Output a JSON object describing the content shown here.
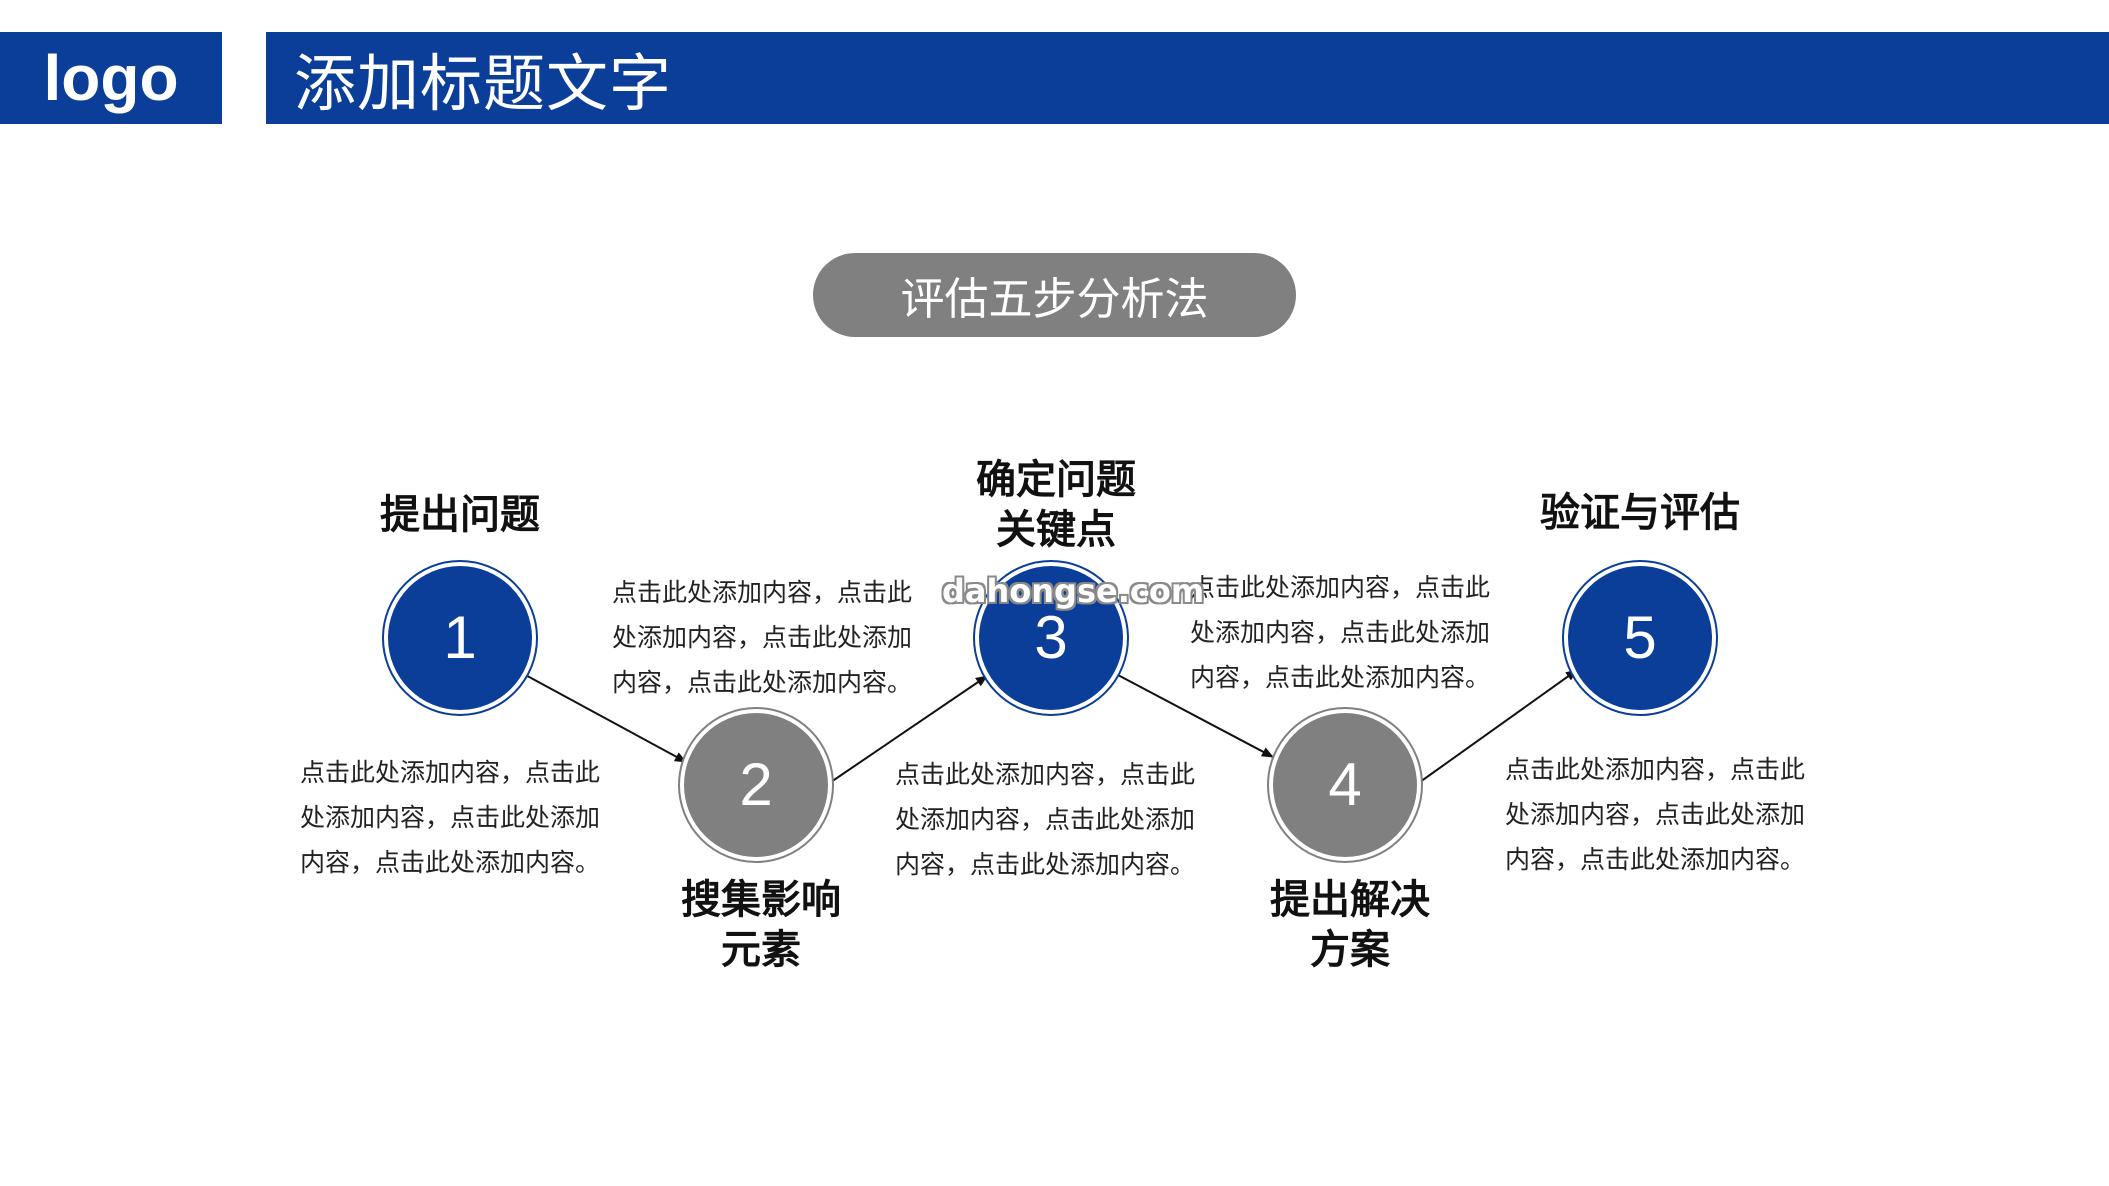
{
  "header": {
    "logo": "logo",
    "title": "添加标题文字"
  },
  "main": {
    "heading": "评估五步分析法",
    "watermark": "dahongse.com",
    "steps": [
      {
        "number": "1",
        "title_lines": [
          "提出问题"
        ],
        "desc_lines": [
          "点击此处添加内容，点击此",
          "处添加内容，点击此处添加",
          "内容，点击此处添加内容。"
        ],
        "color": "#0a3e99"
      },
      {
        "number": "2",
        "title_lines": [
          "搜集影响",
          "元素"
        ],
        "desc_lines": [
          "点击此处添加内容，点击此",
          "处添加内容，点击此处添加",
          "内容，点击此处添加内容。"
        ],
        "color": "#808080"
      },
      {
        "number": "3",
        "title_lines": [
          "确定问题",
          "关键点"
        ],
        "desc_lines": [
          "点击此处添加内容，点击此",
          "处添加内容，点击此处添加",
          "内容，点击此处添加内容。"
        ],
        "color": "#0a3e99"
      },
      {
        "number": "4",
        "title_lines": [
          "提出解决",
          "方案"
        ],
        "desc_lines": [
          "点击此处添加内容，点击此",
          "处添加内容，点击此处添加",
          "内容，点击此处添加内容。"
        ],
        "color": "#808080"
      },
      {
        "number": "5",
        "title_lines": [
          "验证与评估"
        ],
        "desc_lines": [
          "点击此处添加内容，点击此",
          "处添加内容，点击此处添加",
          "内容，点击此处添加内容。"
        ],
        "color": "#0a3e99"
      }
    ]
  }
}
